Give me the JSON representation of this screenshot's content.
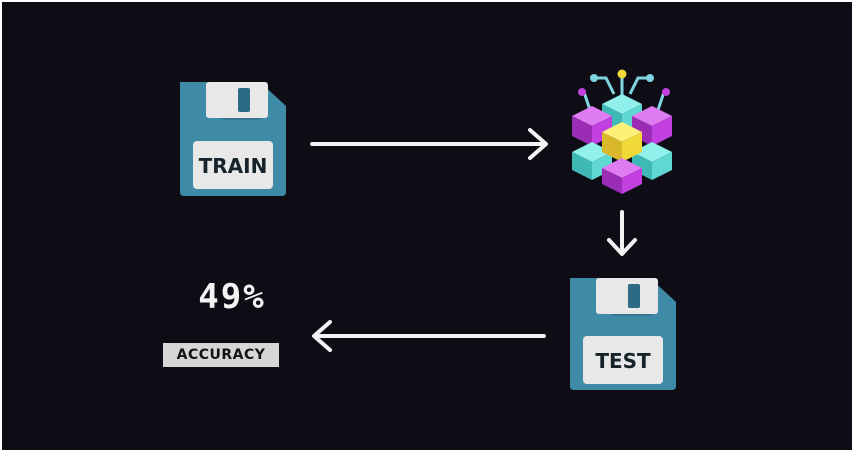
{
  "train_disk": {
    "label": "TRAIN"
  },
  "test_disk": {
    "label": "TEST"
  },
  "accuracy": {
    "value": "49%",
    "label": "ACCURACY"
  },
  "colors": {
    "background": "#0e0c15",
    "disk_blue": "#3f8aa6",
    "disk_shadow": "#2d6a83",
    "disk_label": "#e8e8e8",
    "cube_magenta": "#c23fe0",
    "cube_cyan": "#5fd8d4",
    "cube_yellow": "#f2d93a",
    "arrow": "#f2f2f2"
  }
}
